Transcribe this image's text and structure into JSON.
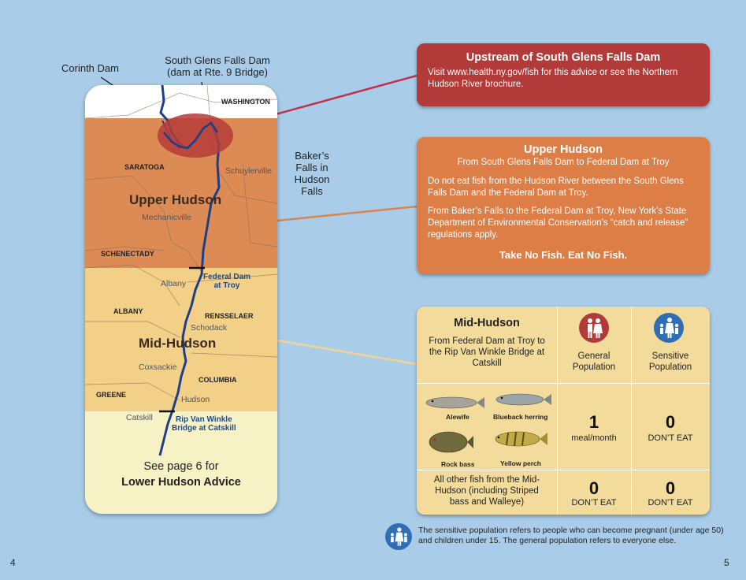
{
  "page_numbers": {
    "left": "4",
    "right": "5"
  },
  "callouts": {
    "corinth": "Corinth Dam",
    "south_glens_line1": "South Glens Falls Dam",
    "south_glens_line2": "(dam at Rte. 9 Bridge)",
    "bakers_line1": "Baker’s",
    "bakers_line2": "Falls in",
    "bakers_line3": "Hudson",
    "bakers_line4": "Falls"
  },
  "map": {
    "counties": {
      "washington": "WASHINGTON",
      "saratoga": "SARATOGA",
      "schenectady": "SCHENECTADY",
      "albany": "ALBANY",
      "rensselaer": "RENSSELAER",
      "columbia": "COLUMBIA",
      "greene": "GREENE"
    },
    "towns": {
      "schuylerville": "Schuylerville",
      "mechanicville": "Mechanicville",
      "albany": "Albany",
      "schodack": "Schodack",
      "coxsackie": "Coxsackie",
      "hudson": "Hudson",
      "catskill": "Catskill"
    },
    "regions": {
      "upper": "Upper Hudson",
      "mid": "Mid-Hudson"
    },
    "dams": {
      "federal_line1": "Federal Dam",
      "federal_line2": "at Troy",
      "rip_line1": "Rip Van Winkle",
      "rip_line2": "Bridge at Catskill"
    },
    "lower_line1": "See page 6 for",
    "lower_line2": "Lower Hudson Advice",
    "colors": {
      "upper": "#dc8b55",
      "mid": "#f2d088",
      "lower": "#f7f2c6",
      "river": "#1d3f8a"
    }
  },
  "upstream_box": {
    "title": "Upstream of South Glens Falls Dam",
    "body": "Visit www.health.ny.gov/fish for this advice or see the Northern Hudson River brochure.",
    "color": "#b23a38"
  },
  "upper_box": {
    "title": "Upper Hudson",
    "subtitle": "From South Glens Falls Dam to Federal Dam at Troy",
    "para1": "Do not eat fish from the Hudson River between the South Glens Falls Dam and the Federal Dam at Troy.",
    "para2": "From Baker’s Falls to the Federal Dam at Troy, New York’s State Department of Environmental Conservation’s “catch and release” regulations apply.",
    "footer": "Take No Fish. Eat No Fish.",
    "color": "#de7e47"
  },
  "mid_table": {
    "title": "Mid-Hudson",
    "subtitle": "From Federal Dam at Troy to the Rip Van Winkle Bridge at Catskill",
    "col_general_line1": "General",
    "col_general_line2": "Population",
    "col_sensitive_line1": "Sensitive",
    "col_sensitive_line2": "Population",
    "fish_names": [
      "Alewife",
      "Blueback herring",
      "Rock bass",
      "Yellow perch"
    ],
    "row1": {
      "general_value": "1",
      "general_unit": "meal/month",
      "sensitive_value": "0",
      "sensitive_unit": "DON’T EAT"
    },
    "row2": {
      "label": "All other fish from the Mid-Hudson (including Striped bass and Walleye)",
      "general_value": "0",
      "general_unit": "DON’T EAT",
      "sensitive_value": "0",
      "sensitive_unit": "DON’T EAT"
    },
    "color": "#f3dc9b"
  },
  "footnote": "The sensitive population refers to people who can become pregnant (under age 50) and children under 15. The general population refers to everyone else."
}
